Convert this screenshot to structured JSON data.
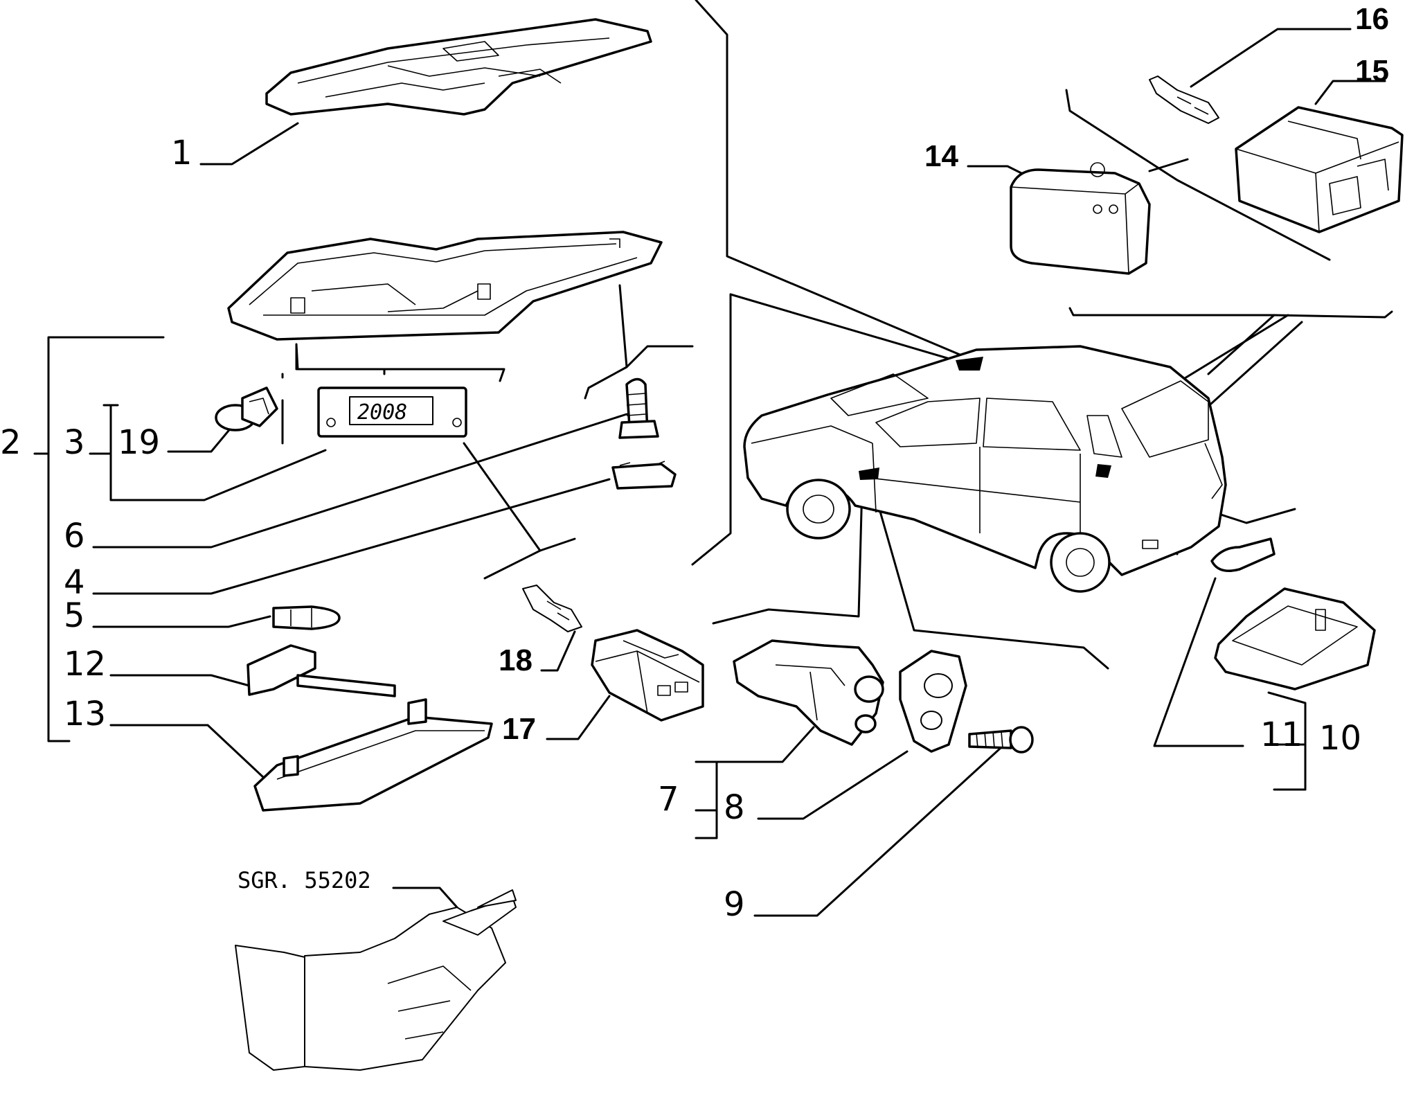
{
  "labels": {
    "l1": "1",
    "l2": "2",
    "l3": "3",
    "l4": "4",
    "l5": "5",
    "l6": "6",
    "l7": "7",
    "l8": "8",
    "l9": "9",
    "l10": "10",
    "l11": "11",
    "l12": "12",
    "l13": "13",
    "l14": "14",
    "l15": "15",
    "l16": "16",
    "l17": "17",
    "l18": "18",
    "l19": "19"
  },
  "tool_code": "SGR. 55202",
  "display_value": "2008"
}
